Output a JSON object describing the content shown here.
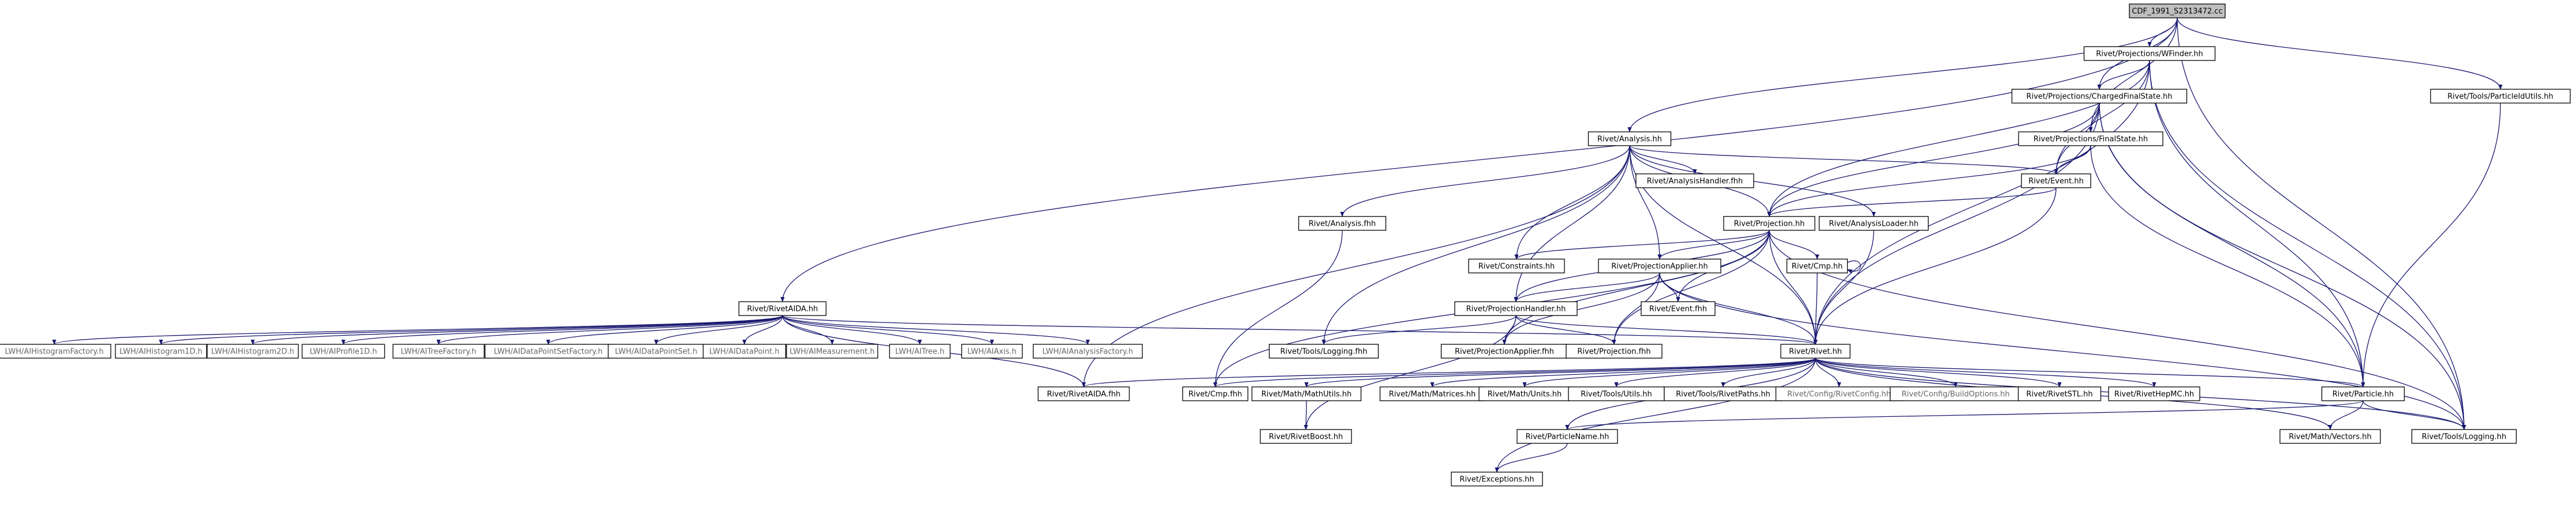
{
  "graph": {
    "colors": {
      "root_fill": "#bfbfbf",
      "node_fill": "#ffffff",
      "node_border": "#000000",
      "missing_border": "#bfbfbf",
      "missing_text": "#666666",
      "red_border": "#ff0000",
      "edge": "#191970",
      "text": "#000000"
    },
    "nodes": [
      {
        "id": "root",
        "label": "CDF_1991_S2313472.cc",
        "kind": "root"
      },
      {
        "id": "wfinder",
        "label": "Rivet/Projections/WFinder.hh",
        "kind": "normal"
      },
      {
        "id": "cfs",
        "label": "Rivet/Projections/ChargedFinalState.hh",
        "kind": "normal"
      },
      {
        "id": "putils",
        "label": "Rivet/Tools/ParticleIdUtils.hh",
        "kind": "normal"
      },
      {
        "id": "fs",
        "label": "Rivet/Projections/FinalState.hh",
        "kind": "normal"
      },
      {
        "id": "analysis",
        "label": "Rivet/Analysis.hh",
        "kind": "normal"
      },
      {
        "id": "ahandler",
        "label": "Rivet/AnalysisHandler.fhh",
        "kind": "red"
      },
      {
        "id": "event",
        "label": "Rivet/Event.hh",
        "kind": "normal"
      },
      {
        "id": "analysisfhh",
        "label": "Rivet/Analysis.fhh",
        "kind": "normal"
      },
      {
        "id": "projection",
        "label": "Rivet/Projection.hh",
        "kind": "normal"
      },
      {
        "id": "aloader",
        "label": "Rivet/AnalysisLoader.hh",
        "kind": "red"
      },
      {
        "id": "constraints",
        "label": "Rivet/Constraints.hh",
        "kind": "red"
      },
      {
        "id": "papplier",
        "label": "Rivet/ProjectionApplier.hh",
        "kind": "normal"
      },
      {
        "id": "cmp",
        "label": "Rivet/Cmp.hh",
        "kind": "red"
      },
      {
        "id": "riveta",
        "label": "Rivet/RivetAIDA.hh",
        "kind": "normal"
      },
      {
        "id": "phandler",
        "label": "Rivet/ProjectionHandler.hh",
        "kind": "normal"
      },
      {
        "id": "eventfhh",
        "label": "Rivet/Event.fhh",
        "kind": "normal"
      },
      {
        "id": "rivethh",
        "label": "Rivet/Rivet.hh",
        "kind": "normal"
      },
      {
        "id": "lwh1",
        "label": "LWH/AIHistogramFactory.h",
        "kind": "missing"
      },
      {
        "id": "lwh2",
        "label": "LWH/AIHistogram1D.h",
        "kind": "missing"
      },
      {
        "id": "lwh3",
        "label": "LWH/AIHistogram2D.h",
        "kind": "missing"
      },
      {
        "id": "lwh4",
        "label": "LWH/AIProfile1D.h",
        "kind": "missing"
      },
      {
        "id": "lwh5",
        "label": "LWH/AITreeFactory.h",
        "kind": "missing"
      },
      {
        "id": "lwh6",
        "label": "LWH/AIDataPointSetFactory.h",
        "kind": "missing"
      },
      {
        "id": "lwh7",
        "label": "LWH/AIDataPointSet.h",
        "kind": "missing"
      },
      {
        "id": "lwh8",
        "label": "LWH/AIDataPoint.h",
        "kind": "missing"
      },
      {
        "id": "lwh9",
        "label": "LWH/AIMeasurement.h",
        "kind": "missing"
      },
      {
        "id": "lwh10",
        "label": "LWH/AITree.h",
        "kind": "missing"
      },
      {
        "id": "lwh11",
        "label": "LWH/AIAxis.h",
        "kind": "missing"
      },
      {
        "id": "lwh12",
        "label": "LWH/AIAnalysisFactory.h",
        "kind": "missing"
      },
      {
        "id": "toolslog1",
        "label": "Rivet/Tools/Logging.fhh",
        "kind": "normal"
      },
      {
        "id": "papfhh",
        "label": "Rivet/ProjectionApplier.fhh",
        "kind": "normal"
      },
      {
        "id": "projfhh",
        "label": "Rivet/Projection.fhh",
        "kind": "normal"
      },
      {
        "id": "rivetafhh",
        "label": "Rivet/RivetAIDA.fhh",
        "kind": "red"
      },
      {
        "id": "cmpfhh",
        "label": "Rivet/Cmp.fhh",
        "kind": "normal"
      },
      {
        "id": "mathutils",
        "label": "Rivet/Math/MathUtils.hh",
        "kind": "red"
      },
      {
        "id": "matrices",
        "label": "Rivet/Math/Matrices.hh",
        "kind": "red"
      },
      {
        "id": "units",
        "label": "Rivet/Math/Units.hh",
        "kind": "red"
      },
      {
        "id": "toolsutils",
        "label": "Rivet/Tools/Utils.hh",
        "kind": "red"
      },
      {
        "id": "rivetpaths",
        "label": "Rivet/Tools/RivetPaths.hh",
        "kind": "normal"
      },
      {
        "id": "config",
        "label": "Rivet/Config/RivetConfig.hh",
        "kind": "missing"
      },
      {
        "id": "buildopts",
        "label": "Rivet/Config/BuildOptions.hh",
        "kind": "missing"
      },
      {
        "id": "rivetstl",
        "label": "Rivet/RivetSTL.hh",
        "kind": "red"
      },
      {
        "id": "hepmc",
        "label": "Rivet/RivetHepMC.hh",
        "kind": "red"
      },
      {
        "id": "particle",
        "label": "Rivet/Particle.hh",
        "kind": "red"
      },
      {
        "id": "boost",
        "label": "Rivet/RivetBoost.hh",
        "kind": "red"
      },
      {
        "id": "pname",
        "label": "Rivet/ParticleName.hh",
        "kind": "red"
      },
      {
        "id": "mvectors",
        "label": "Rivet/Math/Vectors.hh",
        "kind": "red"
      },
      {
        "id": "logging",
        "label": "Rivet/Tools/Logging.hh",
        "kind": "normal"
      },
      {
        "id": "exceptions",
        "label": "Rivet/Exceptions.hh",
        "kind": "red"
      }
    ]
  }
}
